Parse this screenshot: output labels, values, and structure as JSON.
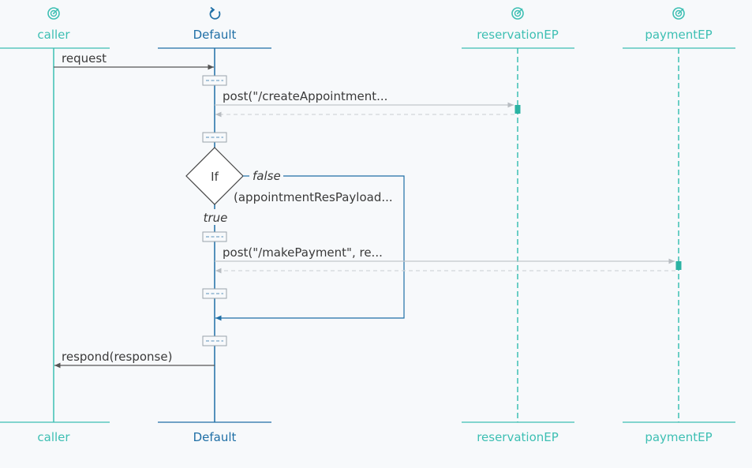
{
  "colors": {
    "teal": "#3dbfb3",
    "blue": "#1f6fa6",
    "text": "#3a3a3a",
    "gray": "#bfc4c8",
    "dash": "#d2d6da",
    "frame": "#9aa3ab",
    "frame_dash": "#7aa6c7",
    "arrow_dark": "#555555",
    "activation": "#2bb3a3"
  },
  "participants": {
    "caller": {
      "label": "caller",
      "icon": "target-icon"
    },
    "default": {
      "label": "Default",
      "icon": "refresh-icon"
    },
    "reservation": {
      "label": "reservationEP",
      "icon": "target-icon"
    },
    "payment": {
      "label": "paymentEP",
      "icon": "target-icon"
    }
  },
  "messages": {
    "request": "request",
    "create_appointment": "post(\"/createAppointment...",
    "make_payment": "post(\"/makePayment\", re...",
    "respond": "respond(response)"
  },
  "condition": {
    "keyword": "If",
    "expression": "(appointmentResPayload...",
    "false_label": "false",
    "true_label": "true"
  }
}
